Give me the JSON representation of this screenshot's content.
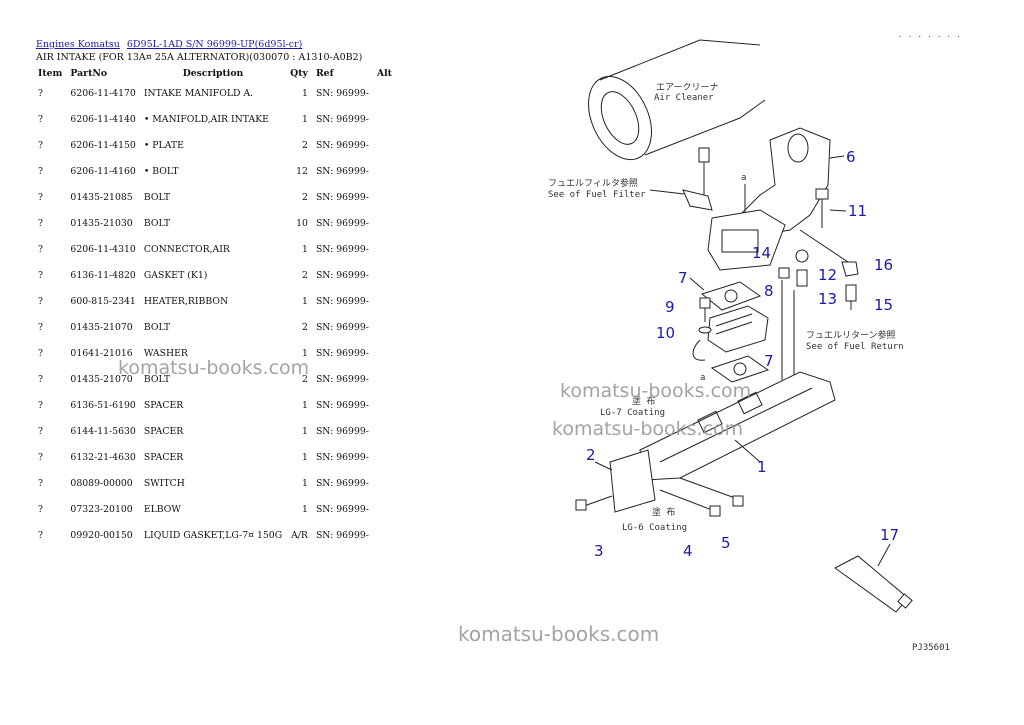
{
  "breadcrumb": {
    "link1": "Engines Komatsu",
    "link2": "6D95L-1AD S/N 96999-UP(6d95l-cr)"
  },
  "subtitle": "AIR INTAKE (FOR 13A¤ 25A ALTERNATOR)(030070 : A1310-A0B2)",
  "table": {
    "headers": {
      "item": "Item",
      "partno": "PartNo",
      "description": "Description",
      "qty": "Qty",
      "ref": "Ref",
      "alt": "Alt"
    },
    "rows": [
      {
        "item": "?",
        "partno": "6206-11-4170",
        "description": "INTAKE MANIFOLD A.",
        "qty": "1",
        "ref": "SN: 96999-"
      },
      {
        "item": "?",
        "partno": "6206-11-4140",
        "description": "• MANIFOLD,AIR INTAKE",
        "qty": "1",
        "ref": "SN: 96999-"
      },
      {
        "item": "?",
        "partno": "6206-11-4150",
        "description": "• PLATE",
        "qty": "2",
        "ref": "SN: 96999-"
      },
      {
        "item": "?",
        "partno": "6206-11-4160",
        "description": "• BOLT",
        "qty": "12",
        "ref": "SN: 96999-"
      },
      {
        "item": "?",
        "partno": "01435-21085",
        "description": "BOLT",
        "qty": "2",
        "ref": "SN: 96999-"
      },
      {
        "item": "?",
        "partno": "01435-21030",
        "description": "BOLT",
        "qty": "10",
        "ref": "SN: 96999-"
      },
      {
        "item": "?",
        "partno": "6206-11-4310",
        "description": "CONNECTOR,AIR",
        "qty": "1",
        "ref": "SN: 96999-"
      },
      {
        "item": "?",
        "partno": "6136-11-4820",
        "description": "GASKET (K1)",
        "qty": "2",
        "ref": "SN: 96999-"
      },
      {
        "item": "?",
        "partno": "600-815-2341",
        "description": "HEATER,RIBBON",
        "qty": "1",
        "ref": "SN: 96999-"
      },
      {
        "item": "?",
        "partno": "01435-21070",
        "description": "BOLT",
        "qty": "2",
        "ref": "SN: 96999-"
      },
      {
        "item": "?",
        "partno": "01641-21016",
        "description": "WASHER",
        "qty": "1",
        "ref": "SN: 96999-"
      },
      {
        "item": "?",
        "partno": "01435-21070",
        "description": "BOLT",
        "qty": "2",
        "ref": "SN: 96999-"
      },
      {
        "item": "?",
        "partno": "6136-51-6190",
        "description": "SPACER",
        "qty": "1",
        "ref": "SN: 96999-"
      },
      {
        "item": "?",
        "partno": "6144-11-5630",
        "description": "SPACER",
        "qty": "1",
        "ref": "SN: 96999-"
      },
      {
        "item": "?",
        "partno": "6132-21-4630",
        "description": "SPACER",
        "qty": "1",
        "ref": "SN: 96999-"
      },
      {
        "item": "?",
        "partno": "08089-00000",
        "description": "SWITCH",
        "qty": "1",
        "ref": "SN: 96999-"
      },
      {
        "item": "?",
        "partno": "07323-20100",
        "description": "ELBOW",
        "qty": "1",
        "ref": "SN: 96999-"
      },
      {
        "item": "?",
        "partno": "09920-00150",
        "description": "LIQUID GASKET,LG-7¤ 150G",
        "qty": "A/R",
        "ref": "SN: 96999-"
      }
    ]
  },
  "watermark": "komatsu-books.com",
  "corner_dots": ". . . . . . .",
  "diagram": {
    "callouts": [
      "1",
      "2",
      "3",
      "4",
      "5",
      "6",
      "7",
      "7",
      "8",
      "9",
      "10",
      "11",
      "12",
      "13",
      "14",
      "15",
      "16",
      "17"
    ],
    "notes": {
      "air_cleaner_jp": "エアークリーナ",
      "air_cleaner": "Air Cleaner",
      "fuel_filter_jp": "フュエルフィルタ参照",
      "fuel_filter": "See of Fuel Filter",
      "fuel_return_jp": "フュエルリターン参照",
      "fuel_return": "See of Fuel Return",
      "coating7_jp": "塗 布",
      "coating7": "LG-7 Coating",
      "coating6_jp": "塗 布",
      "coating6": "LG-6 Coating",
      "arrow_a1": "a",
      "arrow_a2": "a"
    },
    "drawing_number": "PJ35601"
  }
}
